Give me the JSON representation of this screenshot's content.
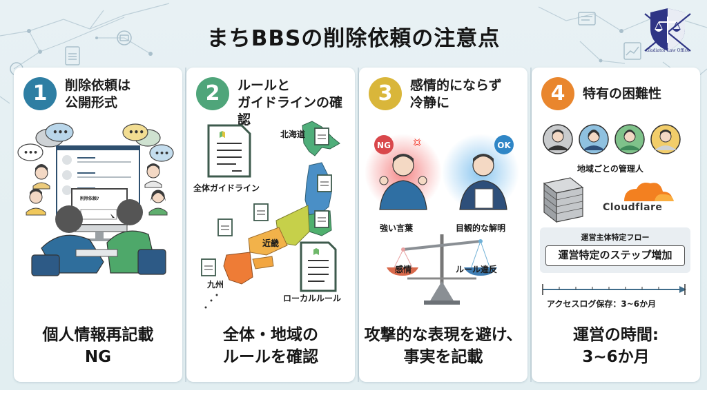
{
  "title": "まちBBSの削除依頼の注意点",
  "logo": {
    "text": "Gladiator Law Office",
    "icon": "shield-scales-icon"
  },
  "colors": {
    "background": "#e6f0f3",
    "card": "#ffffff",
    "badge1": "#2e7ea3",
    "badge2": "#4fa57a",
    "badge3": "#d9b63a",
    "badge4": "#e9862d",
    "ng": "#d9474b",
    "ok": "#2f86c6",
    "cloudflare": "#f38020"
  },
  "cards": [
    {
      "number": "1",
      "title": "削除依頼は\n公開形式",
      "illustration": "people-discussing-computer-forum",
      "caption": "個人情報再記載\nNG"
    },
    {
      "number": "2",
      "title": "ルールと\nガイドラインの確認",
      "illustration": "japan-map-with-documents",
      "labels": {
        "overall_guideline": "全体ガイドライン",
        "hokkaido": "北海道",
        "kinki": "近畿",
        "kyushu": "九州",
        "local_rule": "ローカルルール"
      },
      "caption": "全体・地域の\nルールを確認"
    },
    {
      "number": "3",
      "title": "感情的にならず\n冷静に",
      "illustration": "ng-ok-people-and-scale",
      "labels": {
        "ng_badge": "NG",
        "ok_badge": "OK",
        "strong_words": "強い言葉",
        "objective_explanation": "目観的な解明",
        "emotion": "感情",
        "rule_violation": "ルール違反"
      },
      "caption": "攻撃的な表現を避け、\n事実を記載"
    },
    {
      "number": "4",
      "title": "特有の困難性",
      "illustration": "admins-wall-cloudflare-timeline",
      "labels": {
        "regional_admins": "地域ごとの管理人",
        "cloudflare": "Cloudflare",
        "flow_title": "運営主体特定フロー",
        "flow_box": "運営特定のステップ増加",
        "access_log": "アクセスログ保存：3~6か月"
      },
      "caption": "運営の時間:\n3~6か月"
    }
  ]
}
